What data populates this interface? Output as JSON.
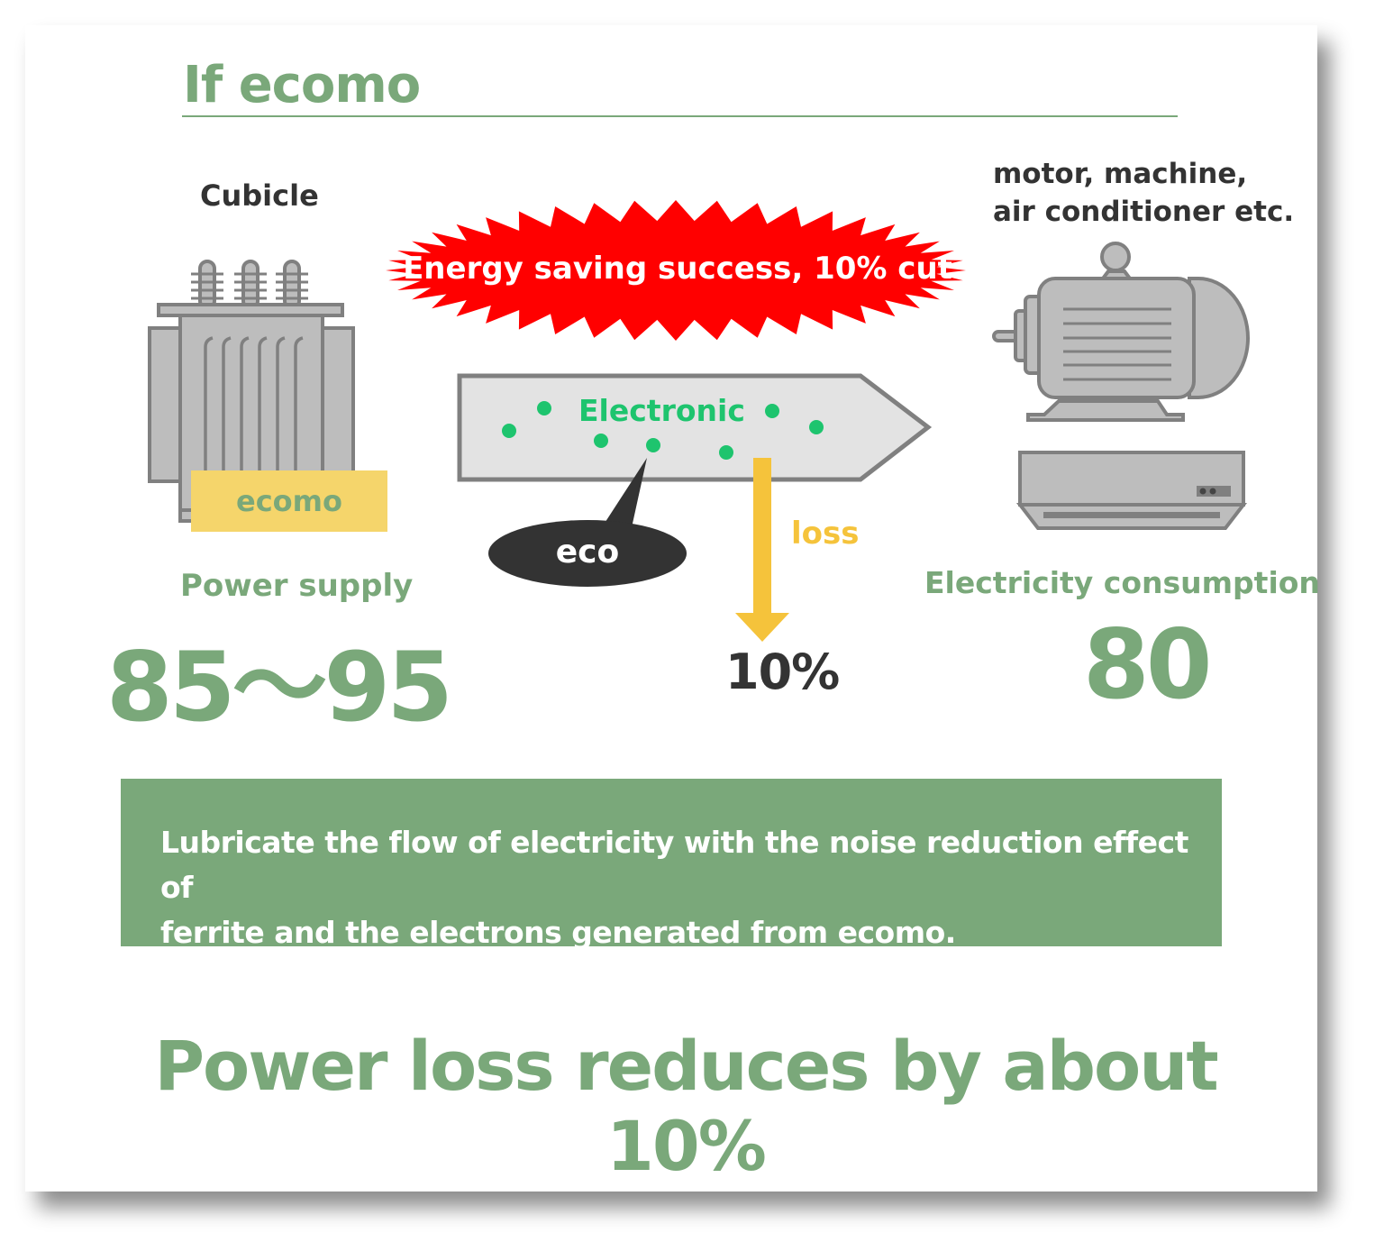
{
  "title": "If ecomo",
  "left": {
    "label": "Cubicle",
    "badge": "ecomo",
    "caption": "Power supply",
    "value": "85～95"
  },
  "right": {
    "label_line1": "motor, machine,",
    "label_line2": "air conditioner etc.",
    "caption": "Electricity consumption",
    "value": "80"
  },
  "burst": {
    "text": "Energy saving success, 10% cut"
  },
  "flow": {
    "arrow_label": "Electronic",
    "bubble": "eco",
    "loss_label": "loss",
    "loss_value": "10%"
  },
  "banner": {
    "line1": "Lubricate the flow of electricity with the noise reduction effect of",
    "line2": "ferrite and the electrons generated from ecomo."
  },
  "footer": {
    "headline": "Power loss reduces by about 10%"
  },
  "colors": {
    "green": "#7aa87a",
    "red": "#ff0000",
    "yellow": "#f5c33b",
    "gray": "#bdbdbd",
    "dot": "#1ec46e"
  }
}
